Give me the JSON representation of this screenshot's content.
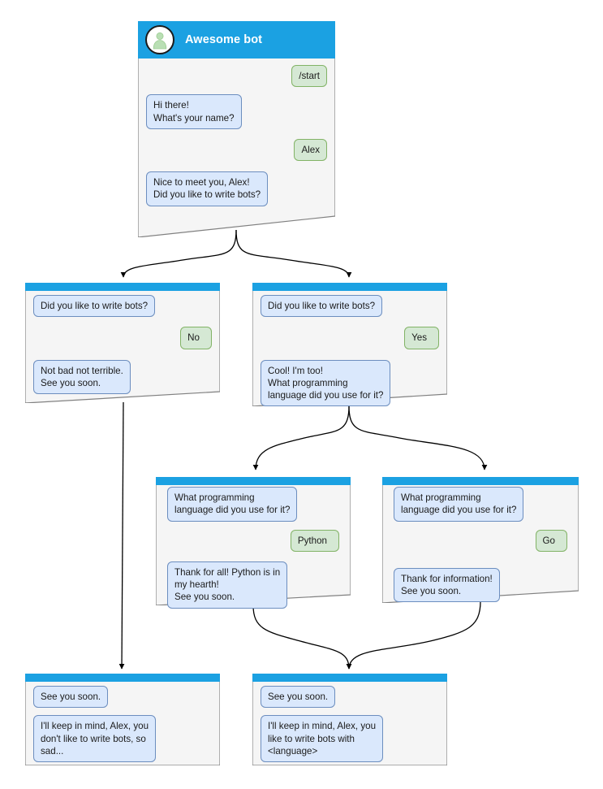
{
  "diagram": {
    "type": "chatbot-conversation-flow",
    "colors": {
      "header_blue": "#1ba1e2",
      "node_body": "#f5f5f5",
      "node_border": "#808080",
      "bot_bubble_fill": "#dae8fc",
      "bot_bubble_border": "#6c8ebf",
      "user_bubble_fill": "#d5e8d4",
      "user_bubble_border": "#82b366",
      "edge": "#000000",
      "title_text": "#ffffff"
    }
  },
  "nodes": {
    "root": {
      "id": "root",
      "title": "Awesome bot",
      "avatar_icon": "person-avatar-icon",
      "messages": [
        {
          "side": "user",
          "text": "/start"
        },
        {
          "side": "bot",
          "text": "Hi there!\nWhat's your name?"
        },
        {
          "side": "user",
          "text": "Alex"
        },
        {
          "side": "bot",
          "text": "Nice to meet you, Alex!\nDid you like to write bots?"
        }
      ]
    },
    "no_branch": {
      "id": "no_branch",
      "messages": [
        {
          "side": "bot",
          "text": "Did you like to write bots?"
        },
        {
          "side": "user",
          "text": "No"
        },
        {
          "side": "bot",
          "text": "Not bad not terrible.\nSee you soon."
        }
      ]
    },
    "yes_branch": {
      "id": "yes_branch",
      "messages": [
        {
          "side": "bot",
          "text": "Did you like to write bots?"
        },
        {
          "side": "user",
          "text": "Yes"
        },
        {
          "side": "bot",
          "text": "Cool! I'm too!\nWhat programming\nlanguage did you use for it?"
        }
      ]
    },
    "python_branch": {
      "id": "python_branch",
      "messages": [
        {
          "side": "bot",
          "text": "What programming\nlanguage did you use for it?"
        },
        {
          "side": "user",
          "text": "Python"
        },
        {
          "side": "bot",
          "text": "Thank for all! Python is in\nmy hearth!\nSee you soon."
        }
      ]
    },
    "go_branch": {
      "id": "go_branch",
      "messages": [
        {
          "side": "bot",
          "text": "What programming\nlanguage did you use for it?"
        },
        {
          "side": "user",
          "text": "Go"
        },
        {
          "side": "bot",
          "text": "Thank for information!\nSee you soon."
        }
      ]
    },
    "end_no": {
      "id": "end_no",
      "messages": [
        {
          "side": "bot",
          "text": "See you soon."
        },
        {
          "side": "bot",
          "text": "I'll keep in mind, Alex, you\ndon't like to write bots, so\nsad..."
        }
      ]
    },
    "end_yes": {
      "id": "end_yes",
      "messages": [
        {
          "side": "bot",
          "text": "See you soon."
        },
        {
          "side": "bot",
          "text": "I'll keep in mind, Alex, you\nlike to write bots with\n<language>"
        }
      ]
    }
  }
}
